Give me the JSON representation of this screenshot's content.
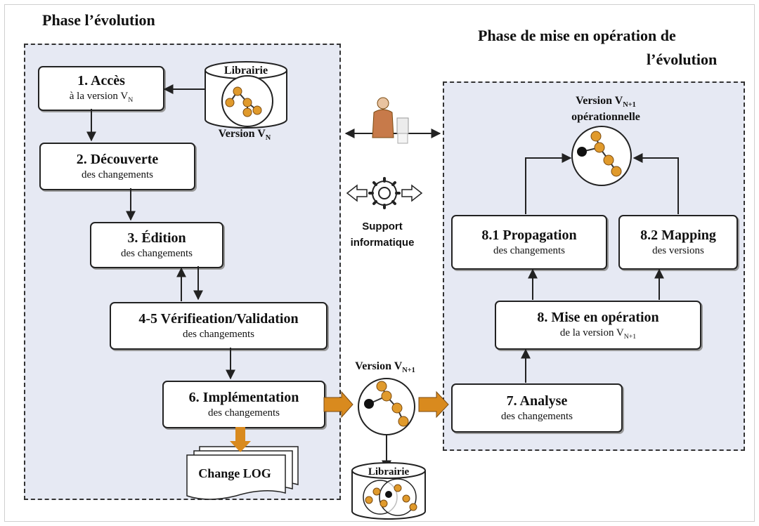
{
  "headings": {
    "left": "Phase l’évolution",
    "right_line1": "Phase de mise en opération de",
    "right_line2": "l’évolution"
  },
  "left_steps": [
    {
      "title": "1. Accès",
      "sub_pre": "à la version V",
      "sub_idx": "N"
    },
    {
      "title": "2. Découverte",
      "sub": "des changements"
    },
    {
      "title": "3. Édition",
      "sub": "des changements"
    },
    {
      "title": "4-5 Vérifieation/Validation",
      "sub": "des changements"
    },
    {
      "title": "6. Implémentation",
      "sub": "des changements"
    }
  ],
  "right_steps": {
    "analyse": {
      "title": "7. Analyse",
      "sub": "des changements"
    },
    "mise": {
      "title": "8. Mise en opération",
      "sub_pre": "de la version V",
      "sub_idx": "N+1"
    },
    "propagation": {
      "title": "8.1 Propagation",
      "sub": "des changements"
    },
    "mapping": {
      "title": "8.2 Mapping",
      "sub": "des versions"
    }
  },
  "library_top": {
    "label": "Librairie",
    "caption_pre": "Version V",
    "caption_idx": "N"
  },
  "library_bottom": {
    "label": "Librairie"
  },
  "version_middle": {
    "pre": "Version V",
    "idx": "N+1"
  },
  "version_operational": {
    "pre": "Version V",
    "idx": "N+1",
    "line2": "opérationnelle"
  },
  "change_log": "Change LOG",
  "support": {
    "line1": "Support",
    "line2": "informatique"
  },
  "colors": {
    "node": "#e09a2c",
    "node_dark": "#111111",
    "arrow_fill": "#d98a1e",
    "phase_bg": "#e6e9f3"
  }
}
